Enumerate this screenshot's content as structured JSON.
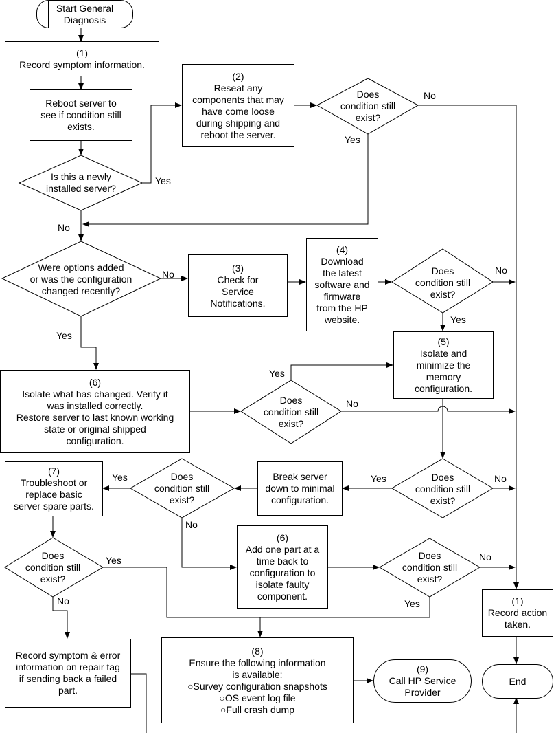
{
  "start": {
    "text": "Start General\nDiagnosis"
  },
  "record_symptom": {
    "text": "(1)\nRecord symptom information."
  },
  "reboot": {
    "text": "Reboot server to\nsee if condition still\nexists."
  },
  "newly_installed": {
    "text": "Is this a newly\ninstalled server?"
  },
  "reseat": {
    "text": "(2)\nReseat any\ncomponents that may\nhave come loose\nduring shipping and\nreboot the server."
  },
  "exist_1": {
    "text": "Does\ncondition still\nexist?"
  },
  "options_added": {
    "text": "Were options added\nor was the configuration\nchanged recently?"
  },
  "check_notifications": {
    "text": "(3)\nCheck for\nService\nNotifications."
  },
  "download": {
    "text": "(4)\nDownload\nthe latest\nsoftware and\nfirmware\nfrom the HP\nwebsite."
  },
  "exist_2": {
    "text": "Does\ncondition still\nexist?"
  },
  "isolate_memory": {
    "text": "(5)\nIsolate and\nminimize the\nmemory\nconfiguration."
  },
  "isolate_changed": {
    "text": "(6)\nIsolate what has changed. Verify it\nwas installed correctly.\nRestore server to last known working\nstate or original shipped\nconfiguration."
  },
  "exist_3": {
    "text": "Does\ncondition still\nexist?"
  },
  "troubleshoot": {
    "text": "(7)\nTroubleshoot or\nreplace basic\nserver spare parts."
  },
  "exist_4": {
    "text": "Does\ncondition still\nexist?"
  },
  "break_down": {
    "text": "Break server\ndown to minimal\nconfiguration."
  },
  "exist_5": {
    "text": "Does\ncondition still\nexist?"
  },
  "exist_6": {
    "text": "Does\ncondition still\nexist?"
  },
  "add_part": {
    "text": "(6)\nAdd one part at a\ntime back to\nconfiguration to\nisolate faulty\ncomponent."
  },
  "exist_7": {
    "text": "Does\ncondition still\nexist?"
  },
  "record_action": {
    "text": "(1)\nRecord action\ntaken."
  },
  "record_error": {
    "text": "Record symptom & error\ninformation on repair tag\nif sending back a failed\npart."
  },
  "ensure_info": {
    "text": "(8)\nEnsure the following information\nis available:\n○Survey configuration snapshots\n○OS event log file\n○Full crash dump"
  },
  "call_hp": {
    "text": "(9)\nCall HP Service\nProvider"
  },
  "end": {
    "text": "End"
  },
  "labels": {
    "yes": "Yes",
    "no": "No"
  }
}
